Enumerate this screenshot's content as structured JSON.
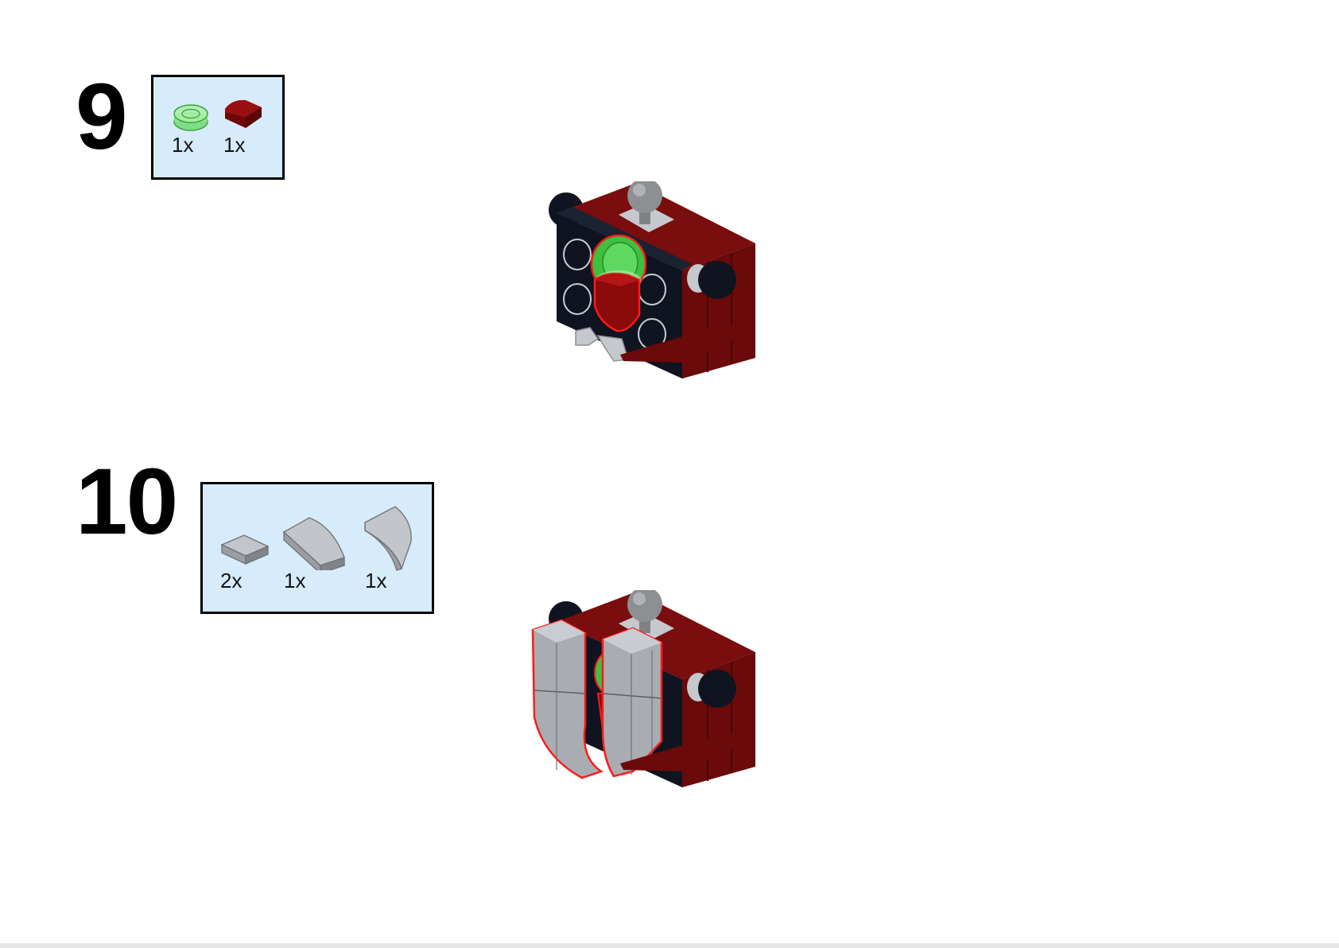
{
  "steps": [
    {
      "number": "9",
      "parts": [
        {
          "name": "trans-green-round-plate",
          "color": "#7fe07f",
          "qty": "1x"
        },
        {
          "name": "dark-red-curved-tile",
          "color": "#8b0000",
          "qty": "1x"
        }
      ]
    },
    {
      "number": "10",
      "parts": [
        {
          "name": "grey-tile-1x1",
          "color": "#a8acb0",
          "qty": "2x"
        },
        {
          "name": "grey-wedge-left",
          "color": "#a8acb0",
          "qty": "1x"
        },
        {
          "name": "grey-wedge-right",
          "color": "#a8acb0",
          "qty": "1x"
        }
      ]
    }
  ],
  "colors": {
    "callout_bg": "#d6ecfb",
    "dark_red": "#7a0d0d",
    "black_plate": "#0f1420",
    "trans_green": "#4cc94c",
    "light_grey": "#a9adb1",
    "highlight": "#ff1a1a"
  }
}
